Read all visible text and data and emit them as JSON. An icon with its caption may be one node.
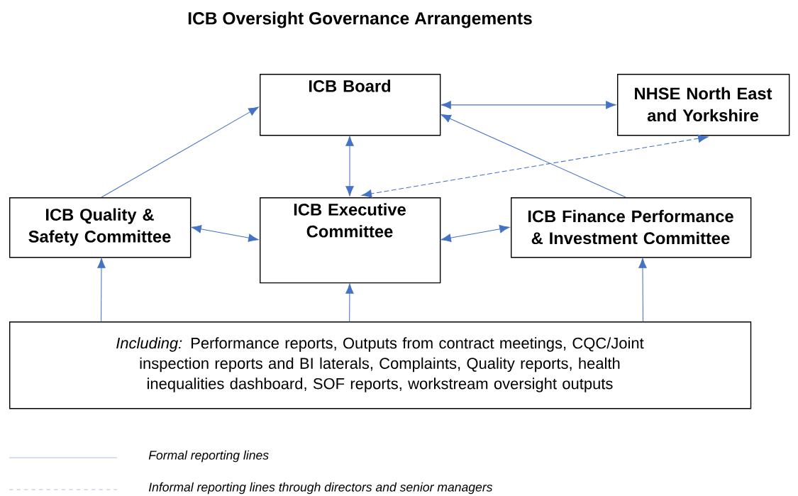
{
  "diagram": {
    "title": "ICB Oversight Governance Arrangements",
    "nodes": [
      {
        "text": [
          "ICB Board"
        ]
      },
      {
        "text": [
          "NHSE North East and Yorkshire"
        ]
      },
      {
        "text": [
          "ICB Quality & Safety Committee"
        ]
      },
      {
        "text": [
          "ICB Executive Committee"
        ]
      },
      {
        "text": [
          "ICB Finance Performance & Investment Committee"
        ]
      },
      {
        "text": [
          "*Including:* Performance reports, Outputs from contract meetings, CQC/Joint inspection reports and BI laterals, Complaints, Quality reports, health inequalities dashboard, SOF reports, workstream oversight outputs"
        ]
      }
    ],
    "edges": [
      {
        "from": 2,
        "to": 0,
        "arrow": "to"
      },
      {
        "from": 0,
        "to": 1,
        "arrow": "both"
      },
      {
        "from": 4,
        "to": 0,
        "arrow": "to"
      },
      {
        "from": 0,
        "to": 3,
        "arrow": "both"
      },
      {
        "from": 1,
        "to": 3,
        "arrow": "both",
        "style": "dashed"
      },
      {
        "from": 2,
        "to": 3,
        "arrow": "both"
      },
      {
        "from": 3,
        "to": 4,
        "arrow": "both"
      },
      {
        "from": 5,
        "to": 2,
        "arrow": "to"
      },
      {
        "from": 5,
        "to": 3,
        "arrow": "to"
      },
      {
        "from": 5,
        "to": 4,
        "arrow": "to"
      }
    ],
    "legend": [
      {
        "text": "Formal reporting lines"
      },
      {
        "text": "Informal reporting lines through directors and senior managers"
      }
    ]
  }
}
